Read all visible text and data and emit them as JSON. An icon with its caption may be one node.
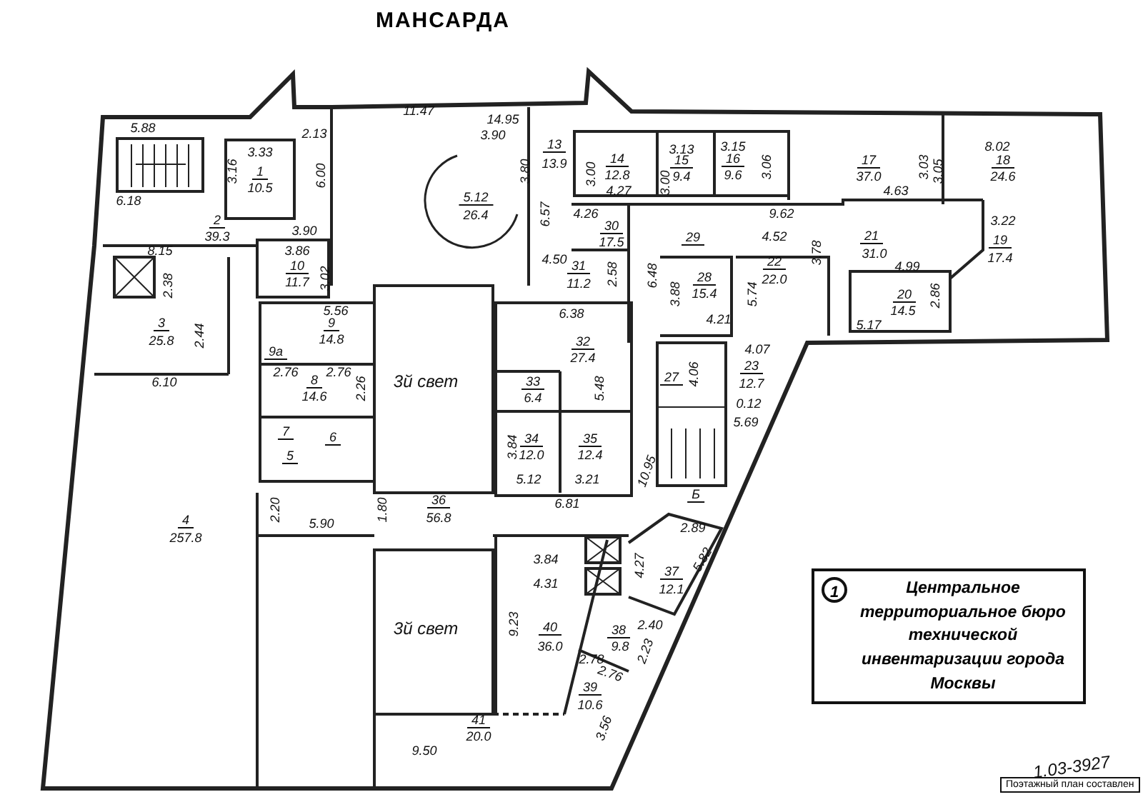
{
  "diagram": {
    "title": "МАНСАРДА",
    "nodes": [
      {
        "text": [
          "Центральное территориальное бюро технической инвентаризации города Москвы"
        ]
      },
      {
        "text": [
          "1"
        ],
        "in": 0
      },
      {
        "text": [
          "Поэтажный план составлен"
        ]
      }
    ],
    "labels": [
      "11.47",
      "14.95",
      "5.88",
      "2.13",
      "3.90",
      "3.33",
      "13",
      "13.9",
      "3.13",
      "3.15",
      "8.02",
      "14",
      "15",
      "16",
      "17",
      "18",
      "3.16",
      "1",
      "6.00",
      "3.80",
      "3.00",
      "12.8",
      "9.4",
      "9.6",
      "3.06",
      "37.0",
      "3.03",
      "3.05",
      "24.6",
      "6.18",
      "10.5",
      "4.27",
      "3.00",
      "4.63",
      "5.12",
      "26.4",
      "4.26",
      "9.62",
      "6.57",
      "2",
      "30",
      "3.22",
      "39.3",
      "3.90",
      "17.5",
      "29",
      "4.52",
      "21",
      "19",
      "8.15",
      "3.86",
      "4.50",
      "3.78",
      "31.0",
      "17.4",
      "10",
      "31",
      "22",
      "4.99",
      "11.7",
      "3.02",
      "11.2",
      "2.58",
      "6.48",
      "28",
      "22.0",
      "2.38",
      "3.88",
      "15.4",
      "5.74",
      "20",
      "2.86",
      "5.56",
      "6.38",
      "4.21",
      "14.5",
      "3",
      "9",
      "5.17",
      "25.8",
      "2.44",
      "14.8",
      "32",
      "9a",
      "27.4",
      "4.07",
      "2.76",
      "2.76",
      "4.06",
      "23",
      "6.10",
      "8",
      "2.26",
      "3й свет",
      "33",
      "5.48",
      "27",
      "12.7",
      "14.6",
      "6.4",
      "0.12",
      "5.69",
      "7",
      "6",
      "3.84",
      "34",
      "35",
      "5",
      "12.0",
      "12.4",
      "5.12",
      "3.21",
      "10.95",
      "2.20",
      "1.80",
      "36",
      "6.81",
      "Б",
      "4",
      "5.90",
      "56.8",
      "2.89",
      "257.8",
      "3.84",
      "4.27",
      "37",
      "5.82",
      "4.31",
      "12.1",
      "3й свет",
      "9.23",
      "40",
      "38",
      "2.40",
      "36.0",
      "9.8",
      "2.23",
      "2.78",
      "2.76",
      "39",
      "10.6",
      "41",
      "3.56",
      "20.0",
      "9.50",
      "1.03-3927"
    ]
  }
}
